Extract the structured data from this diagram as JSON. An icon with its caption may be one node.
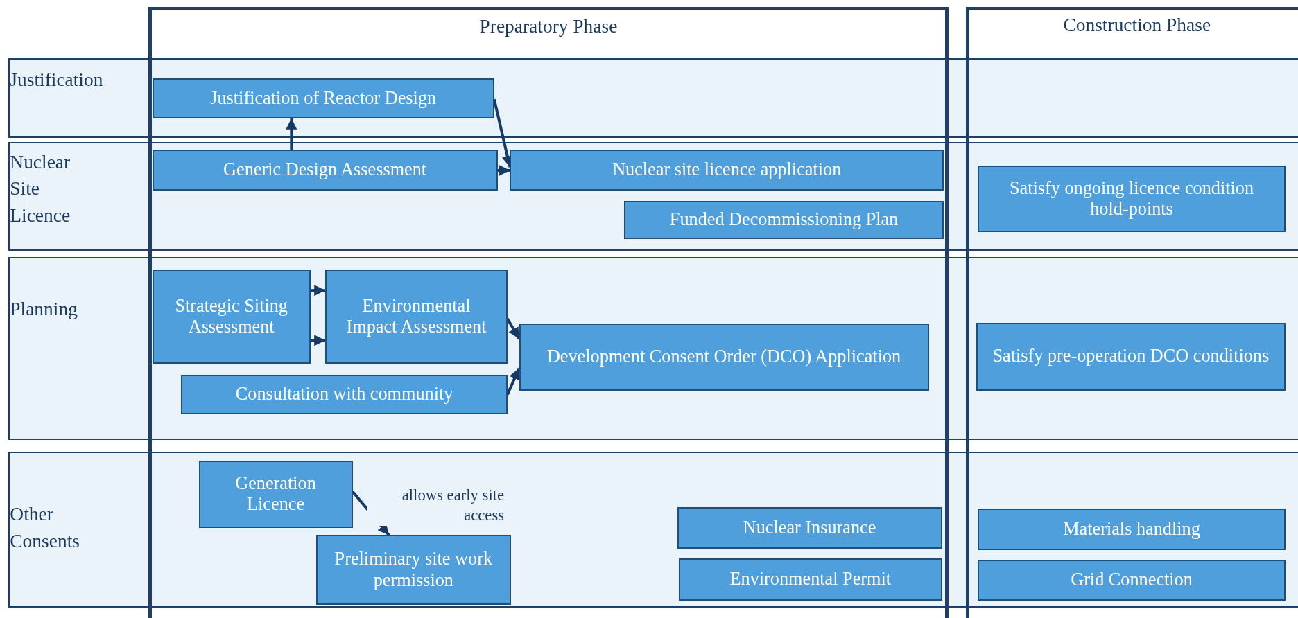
{
  "diagram": {
    "nodes": [
      {
        "text": [
          "Justification of Reactor Design"
        ]
      },
      {
        "text": [
          "Generic Design Assessment"
        ]
      },
      {
        "text": [
          "Nuclear site licence application"
        ]
      },
      {
        "text": [
          "Funded Decommissioning Plan"
        ]
      },
      {
        "text": [
          "Satisfy ongoing licence condition hold-points"
        ]
      },
      {
        "text": [
          "Strategic Siting Assessment"
        ]
      },
      {
        "text": [
          "Environmental Impact Assessment"
        ]
      },
      {
        "text": [
          "Consultation with community"
        ]
      },
      {
        "text": [
          "Development Consent Order (DCO) Application"
        ]
      },
      {
        "text": [
          "Satisfy pre-operation DCO conditions"
        ]
      },
      {
        "text": [
          "Generation Licence"
        ]
      },
      {
        "text": [
          "Preliminary site work permission"
        ]
      },
      {
        "text": [
          "Nuclear Insurance"
        ]
      },
      {
        "text": [
          "Environmental Permit"
        ]
      },
      {
        "text": [
          "Materials handling"
        ]
      },
      {
        "text": [
          "Grid Connection"
        ]
      }
    ],
    "edges": [
      {
        "from": 1,
        "to": 0,
        "arrow": "to"
      },
      {
        "from": 0,
        "to": 2,
        "arrow": "to"
      },
      {
        "from": 1,
        "to": 2,
        "arrow": "to"
      },
      {
        "from": 5,
        "to": 6,
        "arrow": "to"
      },
      {
        "from": 5,
        "to": 6,
        "arrow": "to"
      },
      {
        "from": 6,
        "to": 8,
        "arrow": "to"
      },
      {
        "from": 7,
        "to": 8,
        "arrow": "to"
      },
      {
        "from": 10,
        "to": 11,
        "arrow": "to",
        "label": "allows early site access"
      }
    ],
    "labels": [
      "Preparatory Phase",
      "Construction Phase",
      "Justification",
      "Nuclear Site Licence",
      "Planning",
      "Other Consents"
    ]
  }
}
